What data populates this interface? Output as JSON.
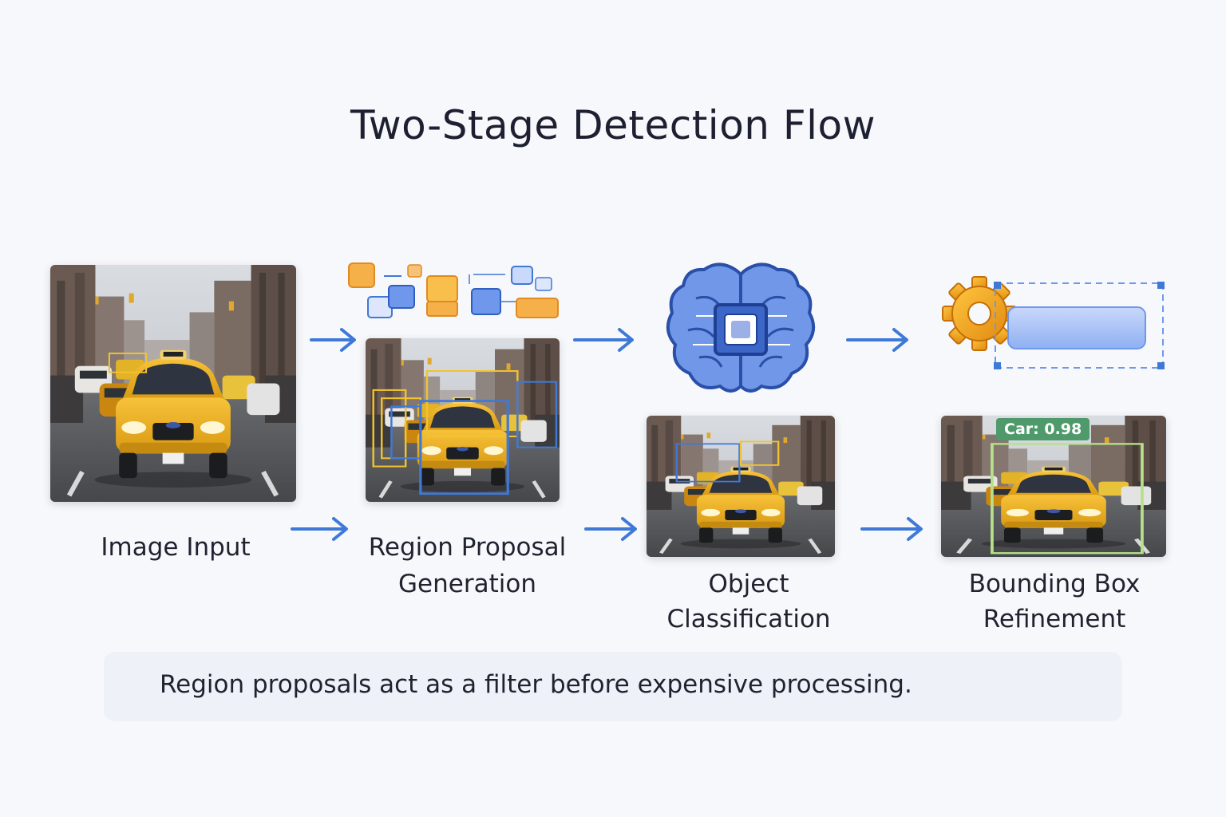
{
  "title": "Two-Stage Detection Flow",
  "stages": {
    "image_input": {
      "label": "Image Input"
    },
    "region_proposal": {
      "label_line1": "Region Proposal",
      "label_line2": "Generation"
    },
    "object_classification": {
      "label_line1": "Object",
      "label_line2": "Classification"
    },
    "bbox_refinement": {
      "label_line1": "Bounding Box",
      "label_line2": "Refinement",
      "detection_badge": "Car: 0.98"
    }
  },
  "note": "Region proposals act as a filter before expensive processing.",
  "icons": [
    "proposal-boxes-icon",
    "brain-chip-icon",
    "gear-icon",
    "arrow-right-icon"
  ],
  "colors": {
    "arrow": "#3f79d8",
    "proposal_yellow": "#f2c230",
    "proposal_blue": "#3f79d8",
    "badge_green": "#4e9a6a",
    "brain_blue": "#6f93e6"
  }
}
